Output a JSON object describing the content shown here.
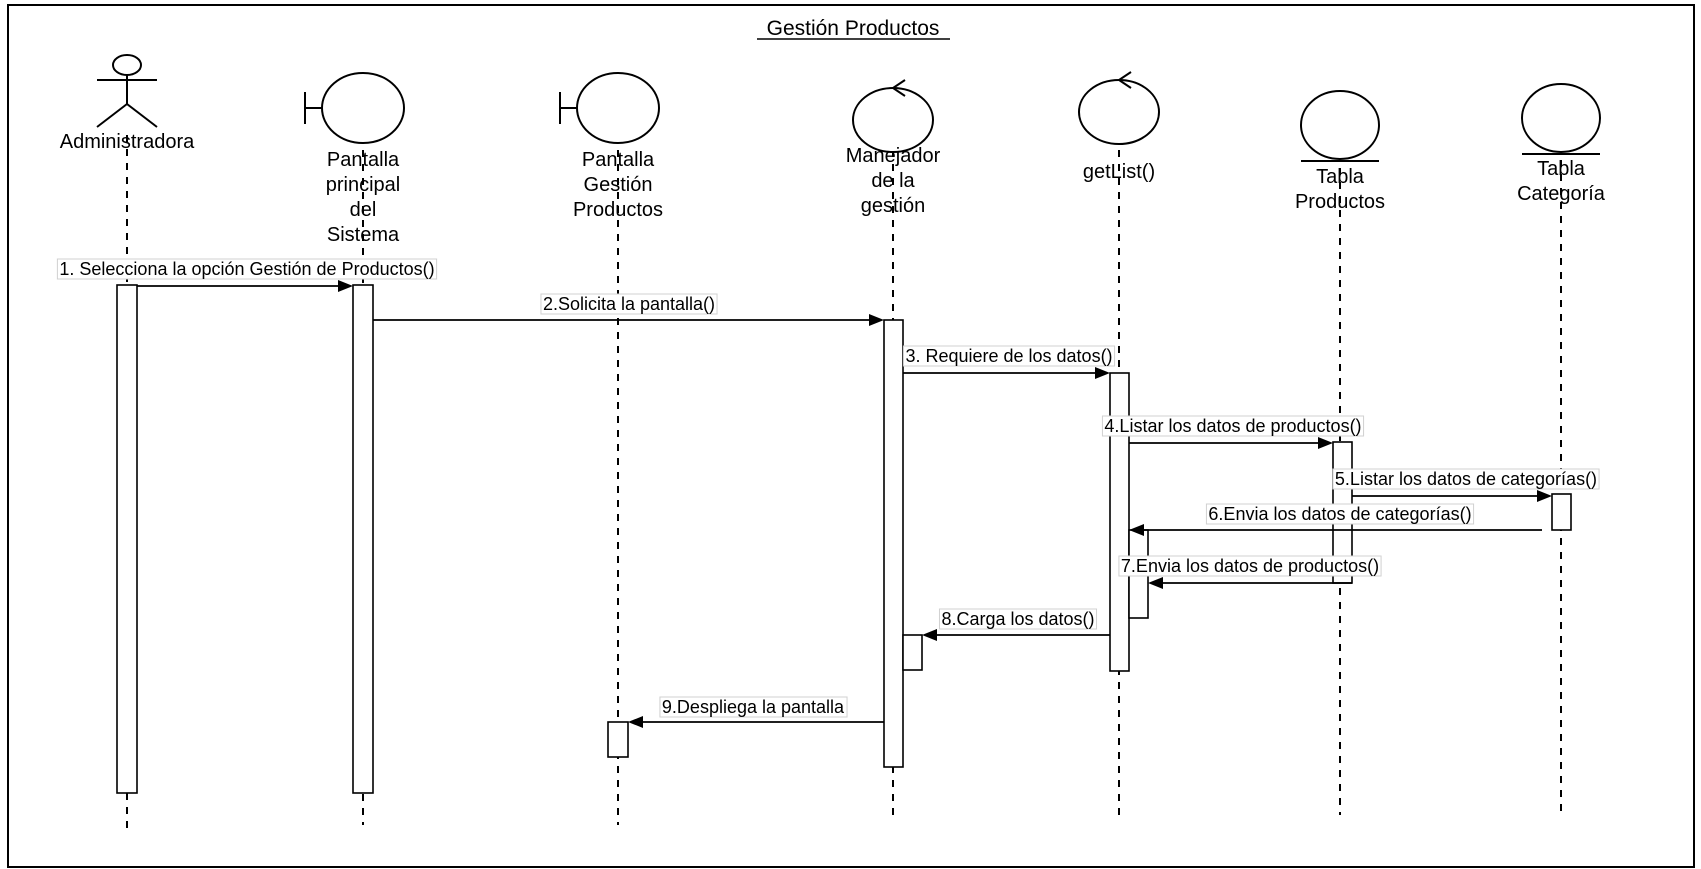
{
  "diagram": {
    "title": "Gestión Productos",
    "participants": [
      {
        "id": "admin",
        "kind": "actor",
        "lines": [
          "Administradora"
        ]
      },
      {
        "id": "pps",
        "kind": "boundary",
        "lines": [
          "Pantalla",
          "principal",
          "del",
          "Sistema"
        ]
      },
      {
        "id": "pgp",
        "kind": "boundary",
        "lines": [
          "Pantalla",
          "Gestión",
          "Productos"
        ]
      },
      {
        "id": "mg",
        "kind": "control",
        "lines": [
          "Manejador",
          "de la",
          "gestión"
        ]
      },
      {
        "id": "gl",
        "kind": "control",
        "lines": [
          "getList()"
        ]
      },
      {
        "id": "tp",
        "kind": "entity",
        "lines": [
          "Tabla",
          "Productos"
        ]
      },
      {
        "id": "tc",
        "kind": "entity",
        "lines": [
          "Tabla",
          "Categoría"
        ]
      }
    ],
    "messages": [
      {
        "from": "admin",
        "to": "pps",
        "label": "1. Selecciona la opción Gestión de Productos()"
      },
      {
        "from": "pps",
        "to": "mg",
        "label": "2.Solicita la pantalla()"
      },
      {
        "from": "mg",
        "to": "gl",
        "label": "3. Requiere de los datos()"
      },
      {
        "from": "gl",
        "to": "tp",
        "label": "4.Listar los datos de productos()"
      },
      {
        "from": "tp",
        "to": "tc",
        "label": "5.Listar los datos de categorías()"
      },
      {
        "from": "tc",
        "to": "gl",
        "label": "6.Envia los datos de categorías()"
      },
      {
        "from": "tp",
        "to": "gl",
        "label": "7.Envia los datos de productos()"
      },
      {
        "from": "gl",
        "to": "mg",
        "label": "8.Carga los datos()"
      },
      {
        "from": "mg",
        "to": "pgp",
        "label": "9.Despliega la pantalla"
      }
    ]
  }
}
